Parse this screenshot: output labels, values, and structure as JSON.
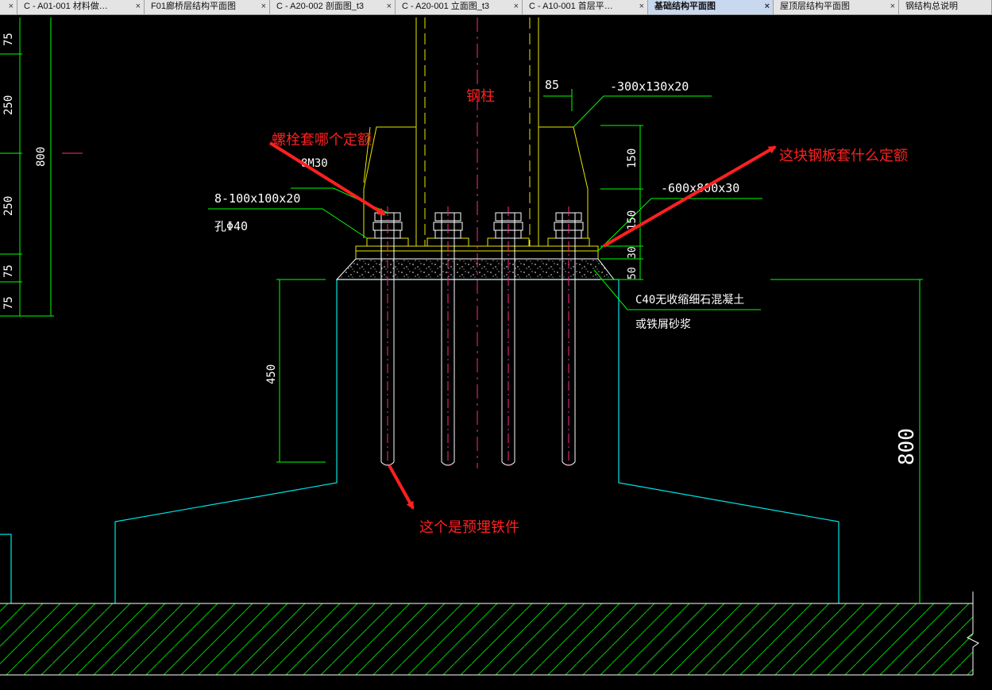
{
  "tabs": [
    {
      "label": "",
      "active": false
    },
    {
      "label": "C - A01-001 材料做…",
      "active": false
    },
    {
      "label": "F01廊桥层结构平面图",
      "active": false
    },
    {
      "label": "C - A20-002 剖面图_t3",
      "active": false
    },
    {
      "label": "C - A20-001 立面图_t3",
      "active": false
    },
    {
      "label": "C - A10-001 首层平…",
      "active": false
    },
    {
      "label": "基础结构平面图",
      "active": true
    },
    {
      "label": "屋顶层结构平面图",
      "active": false
    },
    {
      "label": "钢结构总说明",
      "active": false
    }
  ],
  "close_glyph": "×",
  "drawing": {
    "column_label": "钢柱",
    "dim_85": "85",
    "stiffener_label": "-300x130x20",
    "washer_label": "8-100x100x20",
    "hole_label": "孔Φ40",
    "bolt_label": "8M30",
    "baseplate_label": "-600x800x30",
    "grout_label_1": "C40无收缩细石混凝土",
    "grout_label_2": "或铁屑砂浆",
    "dim_150a": "150",
    "dim_150b": "150",
    "dim_50": "50",
    "dim_30": "30",
    "dim_450": "450",
    "dim_800": "800",
    "left_dims": [
      "75",
      "250",
      "800",
      "250",
      "75",
      "75"
    ]
  },
  "annotations": {
    "bolt_question": "螺栓套哪个定额",
    "plate_question": "这块钢板套什么定额",
    "embedded_note": "这个是预埋铁件"
  },
  "colors": {
    "background": "#000000",
    "cyan": "#00e5e5",
    "yellow": "#e8e800",
    "green": "#00ff00",
    "magenta": "#ff2a8a",
    "annotation_red": "#ff2020"
  }
}
